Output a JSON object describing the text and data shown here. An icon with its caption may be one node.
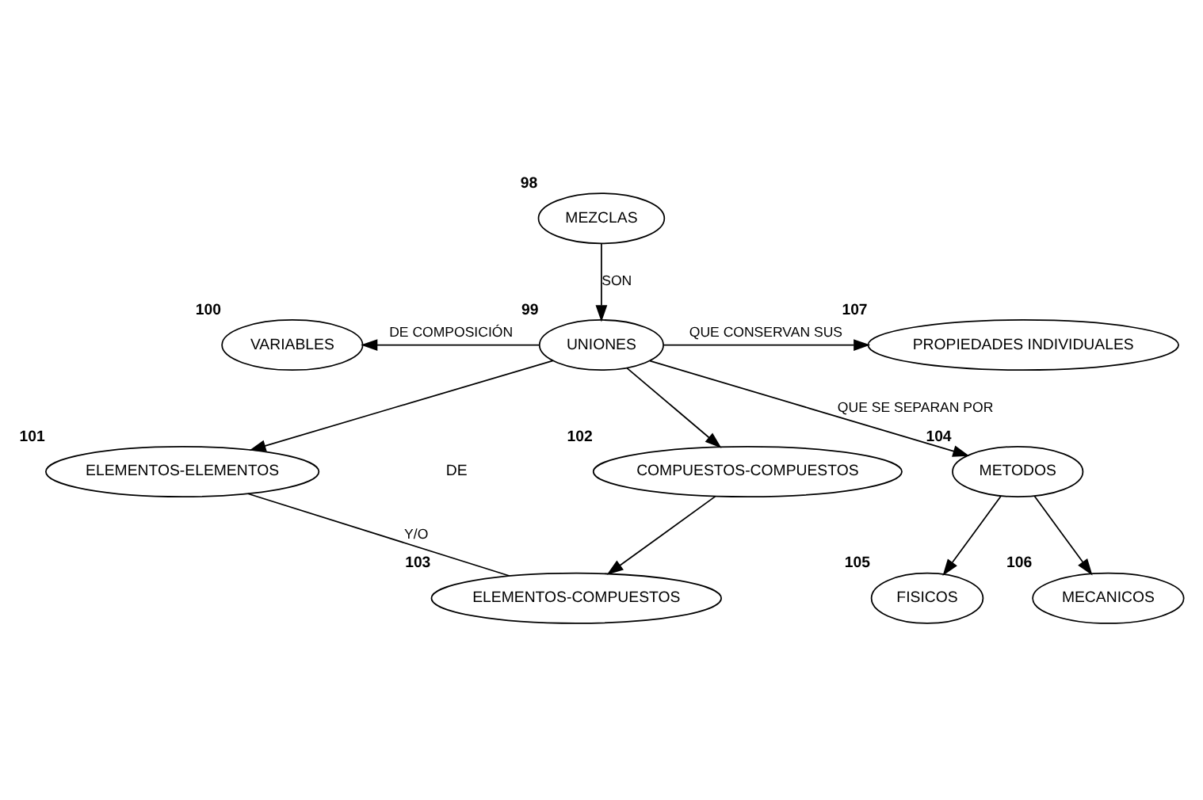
{
  "diagram": {
    "nodes": [
      {
        "text": [
          "MEZCLAS"
        ],
        "beside": [
          "98"
        ]
      },
      {
        "text": [
          "UNIONES"
        ],
        "beside": [
          "99"
        ]
      },
      {
        "text": [
          "VARIABLES"
        ],
        "beside": [
          "100"
        ]
      },
      {
        "text": [
          "PROPIEDADES INDIVIDUALES"
        ],
        "beside": [
          "107"
        ]
      },
      {
        "text": [
          "ELEMENTOS-ELEMENTOS"
        ],
        "beside": [
          "101"
        ]
      },
      {
        "text": [
          "COMPUESTOS-COMPUESTOS"
        ],
        "beside": [
          "102"
        ]
      },
      {
        "text": [
          "METODOS"
        ],
        "beside": [
          "104"
        ]
      },
      {
        "text": [
          "ELEMENTOS-COMPUESTOS"
        ],
        "beside": [
          "103"
        ]
      },
      {
        "text": [
          "FISICOS"
        ],
        "beside": [
          "105"
        ]
      },
      {
        "text": [
          "MECANICOS"
        ],
        "beside": [
          "106"
        ]
      }
    ],
    "edges": [
      {
        "from": 0,
        "to": 1,
        "arrow": "to",
        "label": "SON"
      },
      {
        "from": 1,
        "to": 2,
        "arrow": "to",
        "label": "DE COMPOSICIÓN"
      },
      {
        "from": 1,
        "to": 3,
        "arrow": "to",
        "label": "QUE CONSERVAN SUS"
      },
      {
        "from": 1,
        "to": 4,
        "arrow": "to"
      },
      {
        "from": 1,
        "to": 5,
        "arrow": "to"
      },
      {
        "from": 1,
        "to": 6,
        "arrow": "to",
        "label": "QUE SE SEPARAN POR"
      },
      {
        "from": 4,
        "to": 7,
        "arrow": "none",
        "label": "Y/O"
      },
      {
        "from": 5,
        "to": 7,
        "arrow": "to"
      },
      {
        "from": 6,
        "to": 8,
        "arrow": "to"
      },
      {
        "from": 6,
        "to": 9,
        "arrow": "to"
      }
    ],
    "labels": [
      "DE"
    ]
  }
}
